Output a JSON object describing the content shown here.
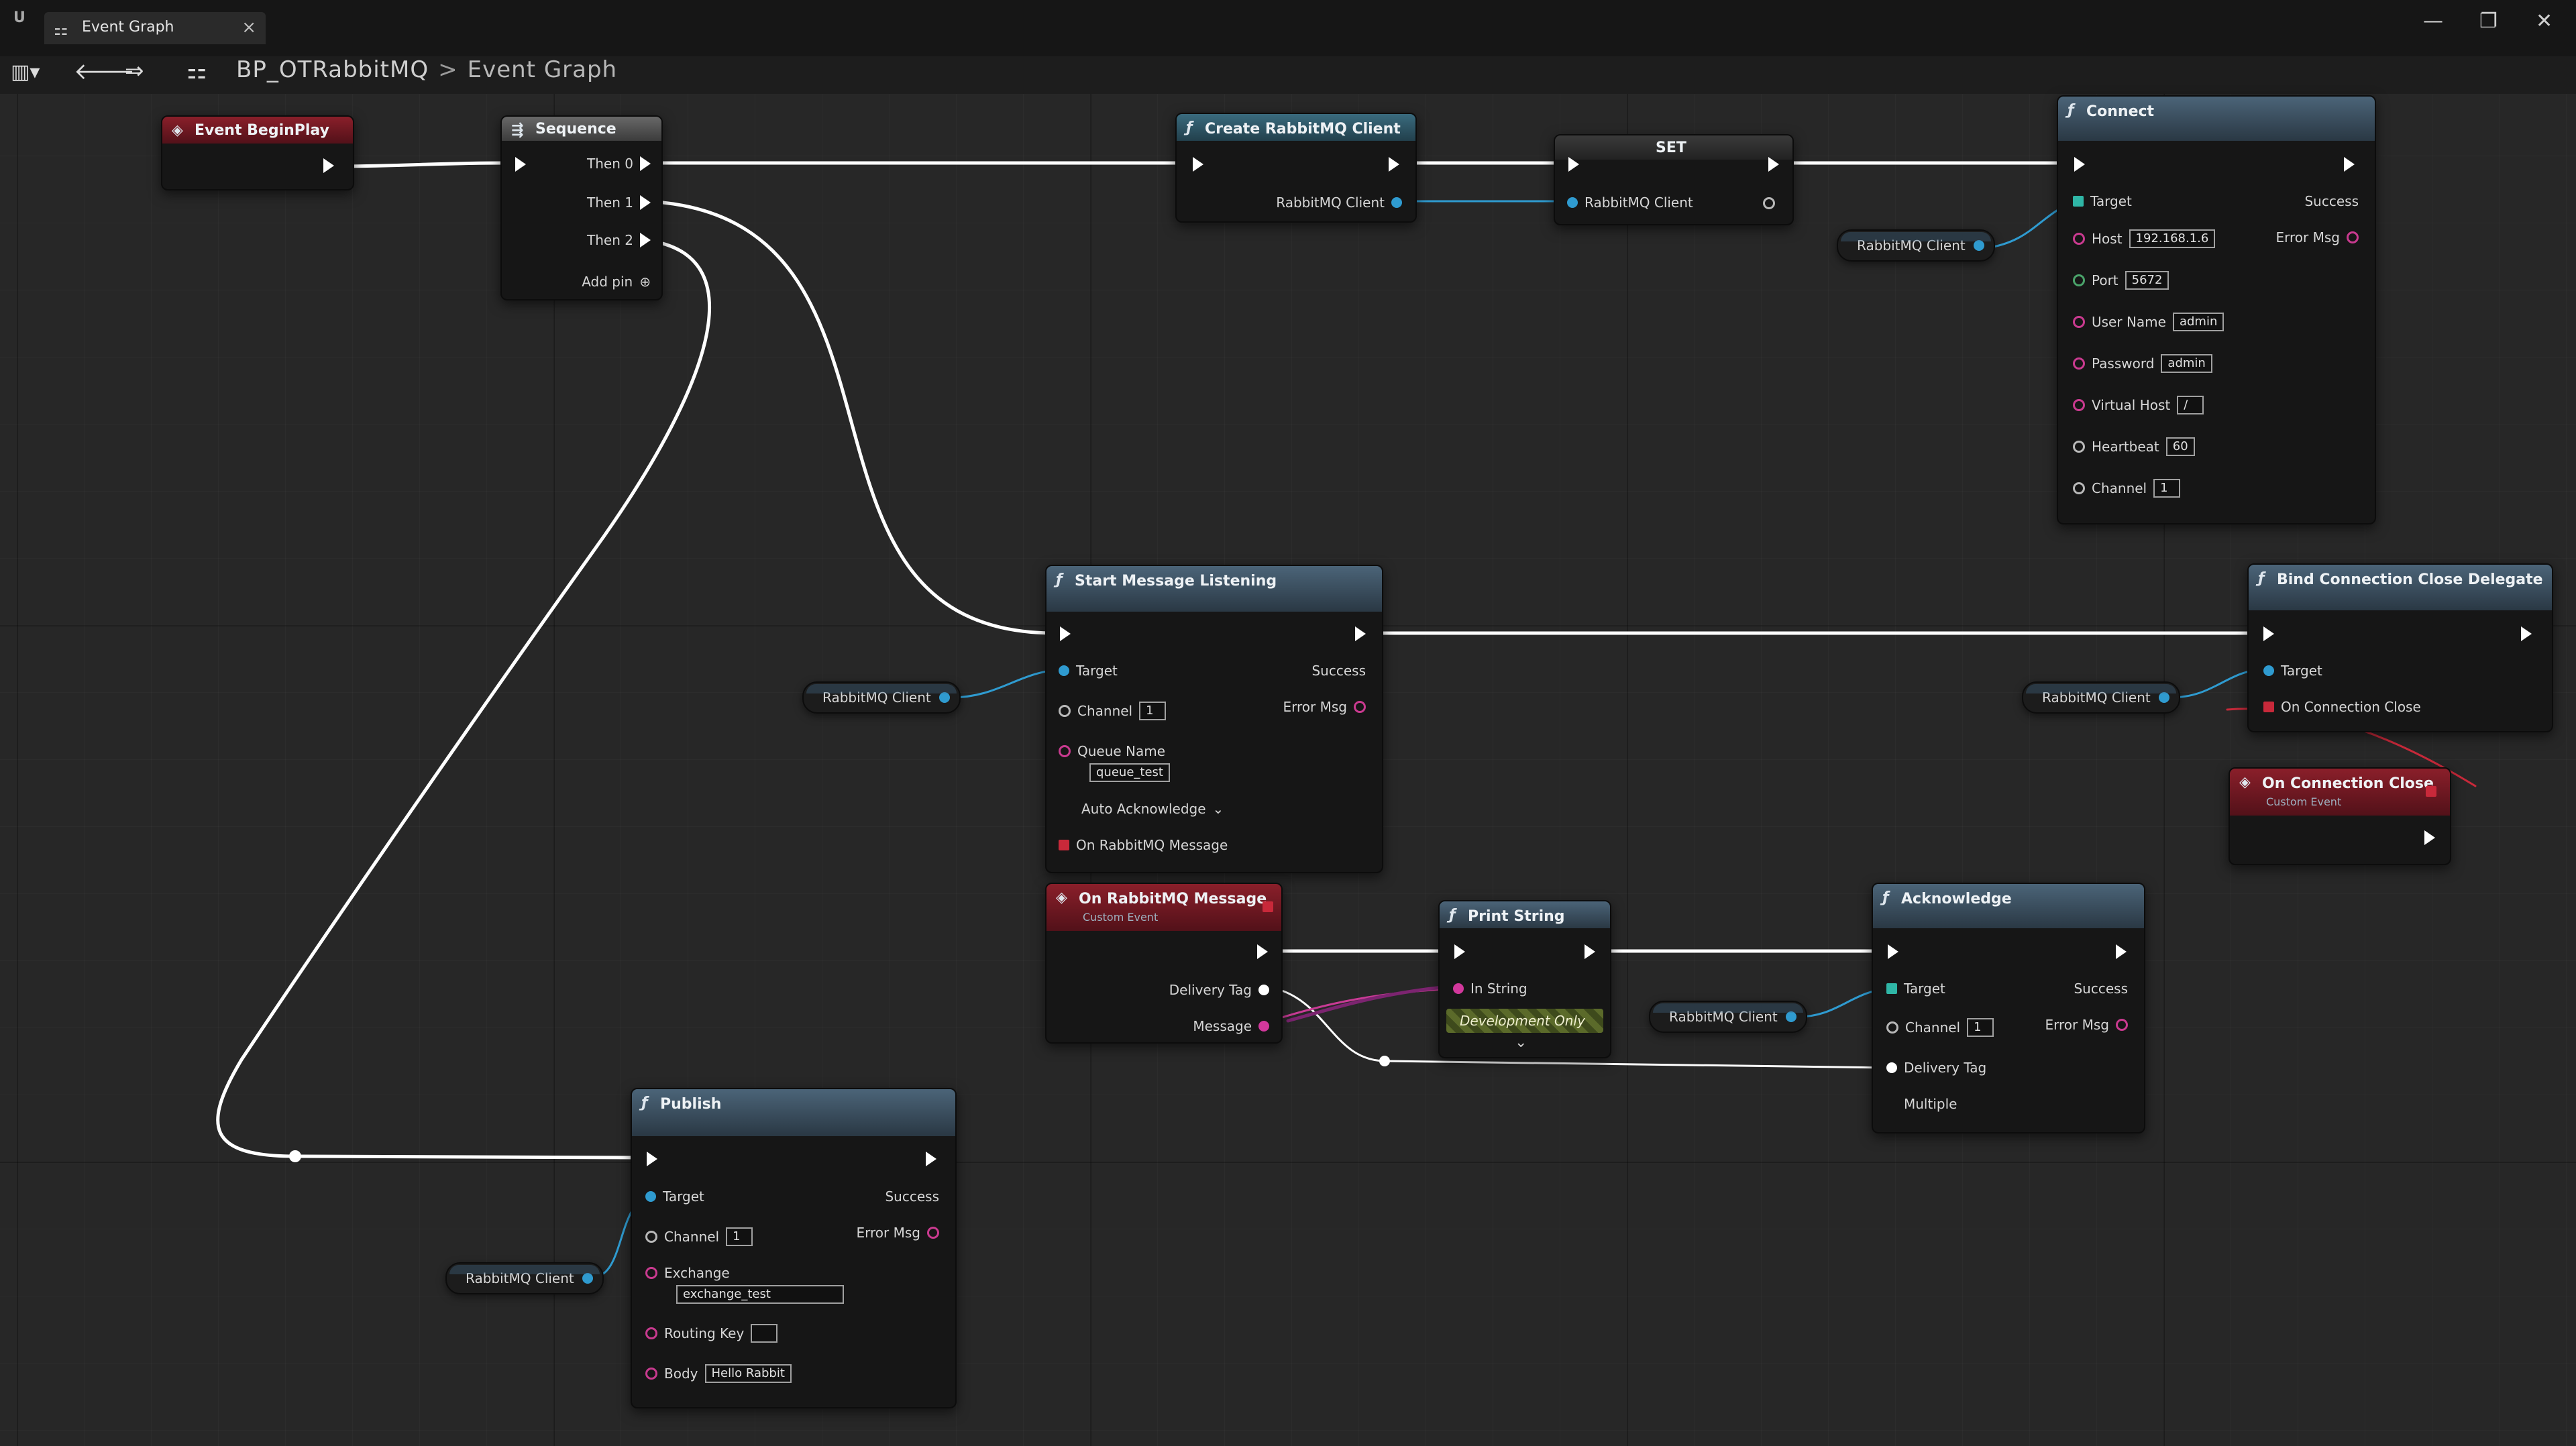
{
  "window": {
    "tab_label": "Event Graph",
    "logo": "U",
    "minimize": "—",
    "restore": "❐",
    "close": "✕"
  },
  "toolbar": {
    "breadcrumb_asset": "BP_OTRabbitMQ",
    "breadcrumb_sep": ">",
    "breadcrumb_graph": "Event Graph"
  },
  "nodes": {
    "begin_play": {
      "title": "Event BeginPlay"
    },
    "sequence": {
      "title": "Sequence",
      "then0": "Then 0",
      "then1": "Then 1",
      "then2": "Then 2",
      "add_pin": "Add pin"
    },
    "create_client": {
      "title": "Create RabbitMQ Client",
      "out": "RabbitMQ Client"
    },
    "set": {
      "title": "SET",
      "pin": "RabbitMQ Client"
    },
    "connect": {
      "title": "Connect",
      "target": "Target",
      "success": "Success",
      "host_label": "Host",
      "host_value": "192.168.1.6",
      "port_label": "Port",
      "port_value": "5672",
      "user_label": "User Name",
      "user_value": "admin",
      "pass_label": "Password",
      "pass_value": "admin",
      "vhost_label": "Virtual Host",
      "vhost_value": "/",
      "heartbeat_label": "Heartbeat",
      "heartbeat_value": "60",
      "channel_label": "Channel",
      "channel_value": "1",
      "error_label": "Error Msg"
    },
    "start_consume": {
      "title": "Start Message Listening",
      "target": "Target",
      "success": "Success",
      "channel_label": "Channel",
      "channel_value": "1",
      "queue_label": "Queue Name",
      "queue_value": "queue_test",
      "error_label": "Error Msg",
      "auto_ack": "Auto Acknowledge",
      "delegate": "On RabbitMQ Message"
    },
    "bind_close": {
      "title": "Bind Connection Close Delegate",
      "target": "Target",
      "delegate": "On Connection Close"
    },
    "on_close_event": {
      "title": "On Connection Close",
      "sub": "Custom Event"
    },
    "on_message_event": {
      "title": "On RabbitMQ Message",
      "sub": "Custom Event",
      "tag": "Delivery Tag",
      "message": "Message"
    },
    "print_string": {
      "title": "Print String",
      "in_string": "In String",
      "dev_only": "Development Only"
    },
    "ack": {
      "title": "Acknowledge",
      "target": "Target",
      "success": "Success",
      "channel_label": "Channel",
      "channel_value": "1",
      "error_label": "Error Msg",
      "tag": "Delivery Tag",
      "multiple": "Multiple"
    },
    "publish": {
      "title": "Publish",
      "target": "Target",
      "success": "Success",
      "channel_label": "Channel",
      "channel_value": "1",
      "exchange_label": "Exchange",
      "exchange_value": "exchange_test",
      "routing_label": "Routing Key",
      "routing_value": "",
      "body_label": "Body",
      "body_value": "Hello Rabbit",
      "error_label": "Error Msg"
    }
  },
  "variables": {
    "rmq1": "RabbitMQ Client",
    "rmq2": "RabbitMQ Client",
    "rmq3": "RabbitMQ Client",
    "rmq4": "RabbitMQ Client",
    "rmq5": "RabbitMQ Client"
  },
  "colors": {
    "event_header": "#8a1f2a",
    "function_header": "#4b6478",
    "object_pin": "#2f9bd0",
    "string_pin": "#d2389c",
    "exec_wire": "#ffffff"
  }
}
